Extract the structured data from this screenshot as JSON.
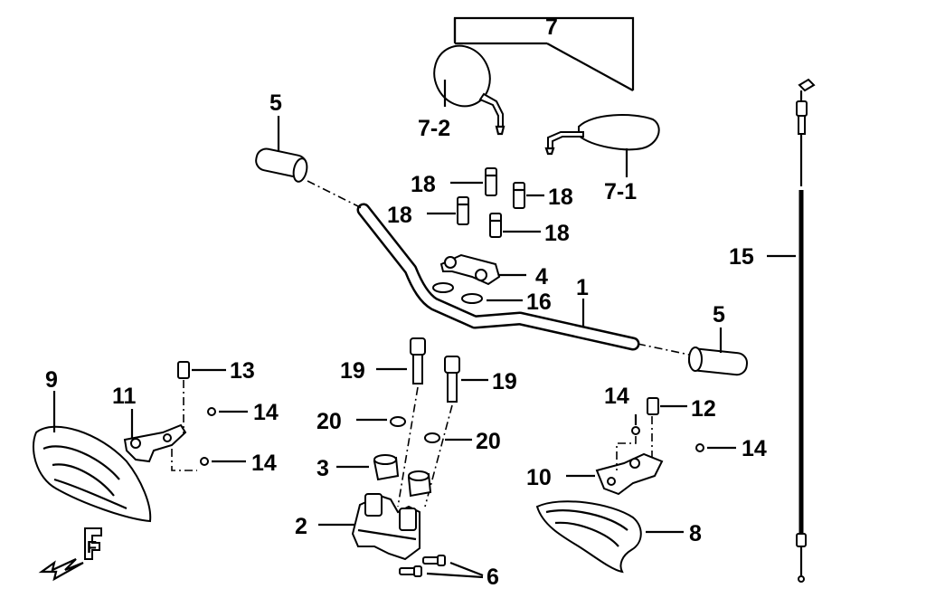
{
  "diagram": {
    "labels": {
      "p1": "1",
      "p2": "2",
      "p3": "3",
      "p4": "4",
      "p5_left": "5",
      "p5_right": "5",
      "p6": "6",
      "p7": "7",
      "p7_1": "7-1",
      "p7_2": "7-2",
      "p8": "8",
      "p9": "9",
      "p10": "10",
      "p11": "11",
      "p12": "12",
      "p13": "13",
      "p14_a": "14",
      "p14_b": "14",
      "p14_c": "14",
      "p14_d": "14",
      "p15": "15",
      "p16": "16",
      "p18_a": "18",
      "p18_b": "18",
      "p18_c": "18",
      "p18_d": "18",
      "p19_a": "19",
      "p19_b": "19",
      "p20_a": "20",
      "p20_b": "20",
      "front_mark": "F"
    }
  }
}
